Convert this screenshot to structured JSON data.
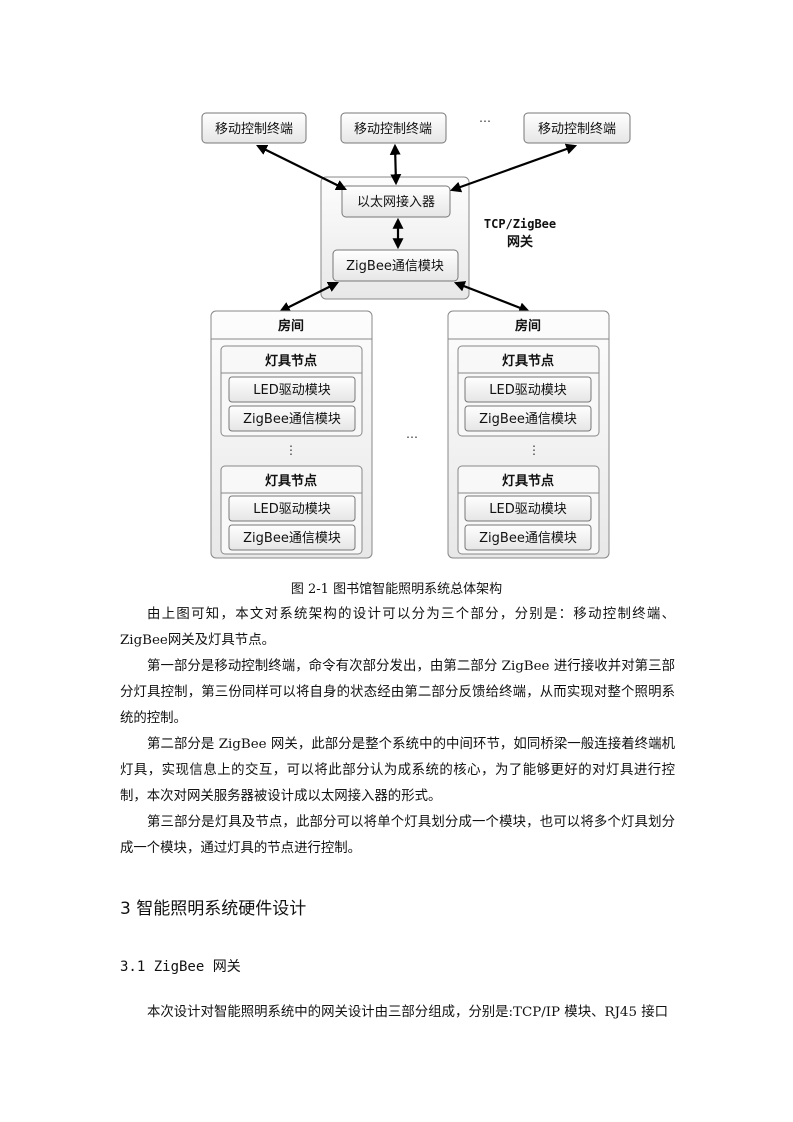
{
  "diagram": {
    "terminals": [
      "移动控制终端",
      "移动控制终端",
      "移动控制终端"
    ],
    "ellipsis": "…",
    "gateway": {
      "ethernet": "以太网接入器",
      "zigbee": "ZigBee通信模块",
      "label_line1": "TCP/ZigBee",
      "label_line2": "网关"
    },
    "room": {
      "title": "房间",
      "node_title": "灯具节点",
      "led_module": "LED驱动模块",
      "zigbee_module": "ZigBee通信模块",
      "vdots": "⋮"
    },
    "room_ellipsis": "…"
  },
  "caption": "图 2-1  图书馆智能照明系统总体架构",
  "paragraphs": [
    "由上图可知，本文对系统架构的设计可以分为三个部分，分别是：移动控制终端、ZigBee网关及灯具节点。",
    "第一部分是移动控制终端，命令有次部分发出，由第二部分 ZigBee 进行接收并对第三部分灯具控制，第三份同样可以将自身的状态经由第二部分反馈给终端，从而实现对整个照明系统的控制。",
    "第二部分是 ZigBee 网关，此部分是整个系统中的中间环节，如同桥梁一般连接着终端机灯具，实现信息上的交互，可以将此部分认为成系统的核心，为了能够更好的对灯具进行控制，本次对网关服务器被设计成以太网接入器的形式。",
    "第三部分是灯具及节点，此部分可以将单个灯具划分成一个模块，也可以将多个灯具划分成一个模块，通过灯具的节点进行控制。"
  ],
  "section_heading": "3 智能照明系统硬件设计",
  "subsection_heading": "3.1 ZigBee 网关",
  "last_paragraph": "本次设计对智能照明系统中的网关设计由三部分组成，分别是:TCP/IP 模块、RJ45 接口"
}
